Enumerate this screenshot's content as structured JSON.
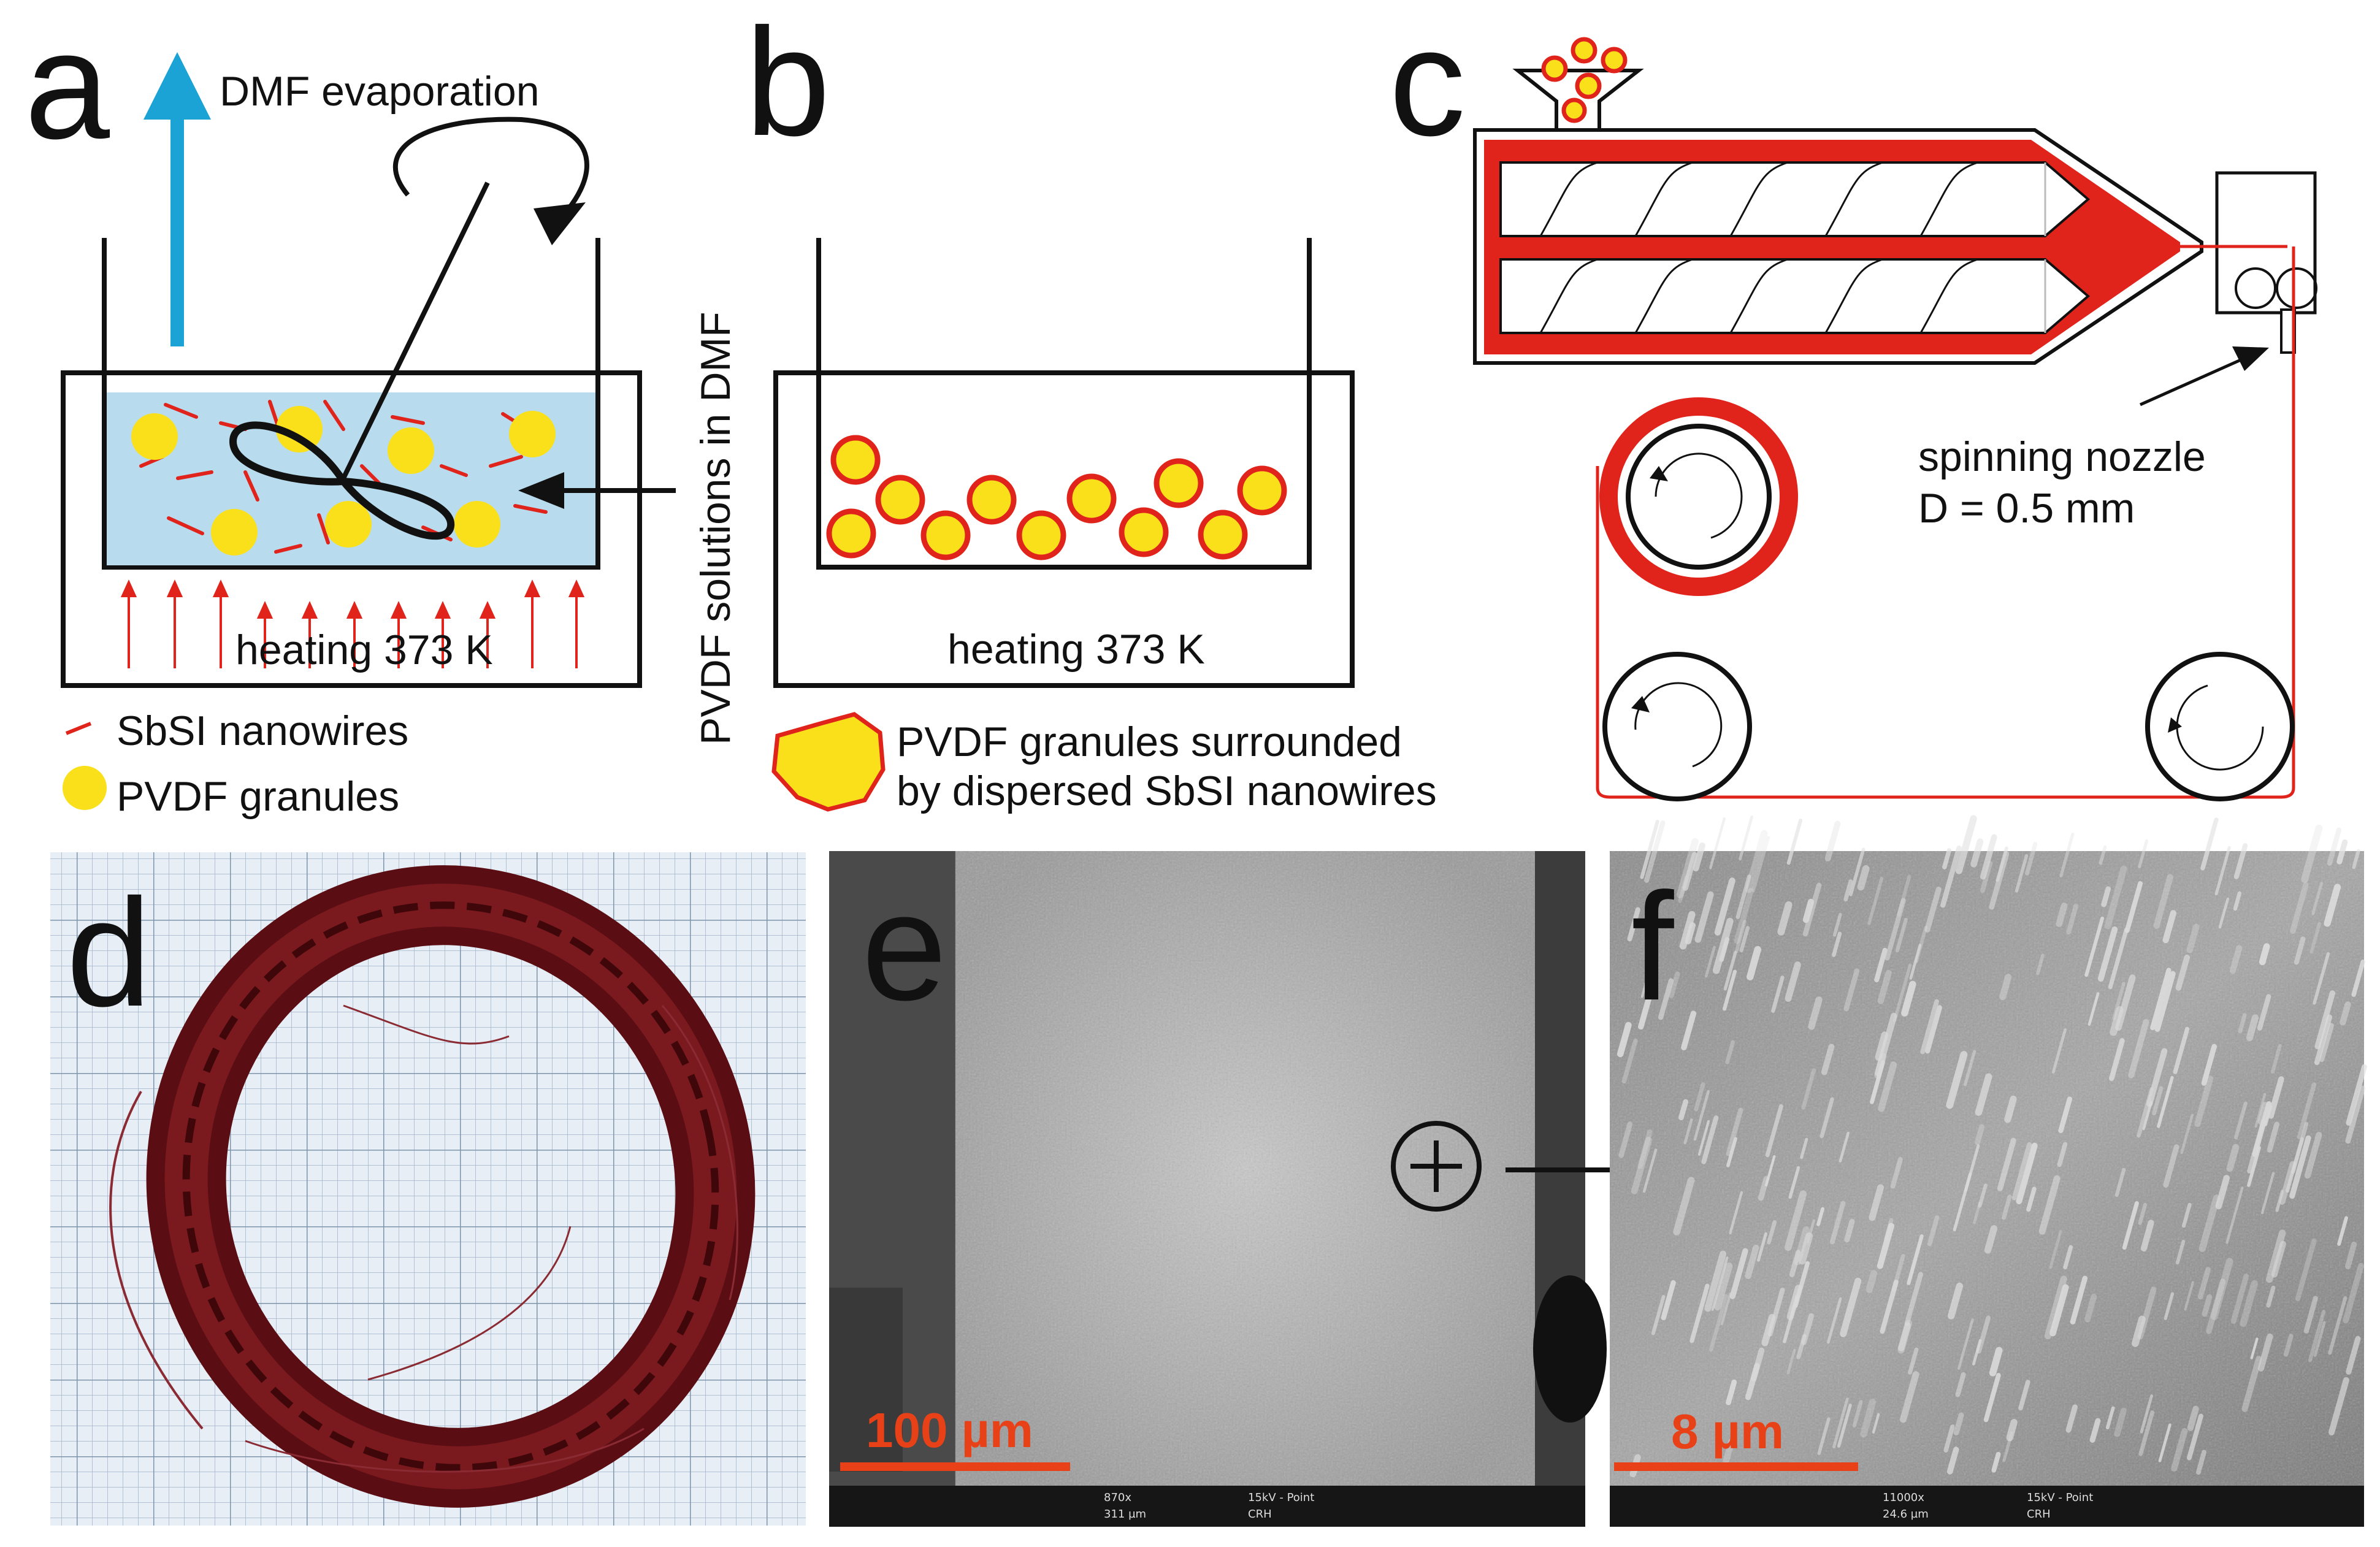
{
  "panels": {
    "a": "a",
    "b": "b",
    "c": "c",
    "d": "d",
    "e": "e",
    "f": "f"
  },
  "panel_a": {
    "evaporation_label": "DMF evaporation",
    "heating_label": "heating 373 K",
    "legend_nanowires": "SbSI nanowires",
    "legend_granules": "PVDF granules"
  },
  "vertical_label": "PVDF solutions in DMF",
  "panel_b": {
    "heating_label": "heating 373 K",
    "legend_line1": "PVDF granules surrounded",
    "legend_line2": "by dispersed SbSI nanowires"
  },
  "panel_c": {
    "nozzle_line1": "spinning nozzle",
    "nozzle_line2": "D = 0.5 mm"
  },
  "panel_e": {
    "scale_bar": "100 µm",
    "meta_mag": "870x",
    "meta_kv": "15kV - Point",
    "meta_fov": "311 µm",
    "meta_det": "CRH"
  },
  "panel_f": {
    "scale_bar": "8 µm",
    "meta_mag": "11000x",
    "meta_kv": "15kV - Point",
    "meta_fov": "24.6 µm",
    "meta_det": "CRH"
  },
  "colors": {
    "red": "#e0231b",
    "yellow": "#f9e01b",
    "liquid": "#b8dced",
    "blue_arrow": "#1ba3d6",
    "scale_orange": "#e84118"
  }
}
